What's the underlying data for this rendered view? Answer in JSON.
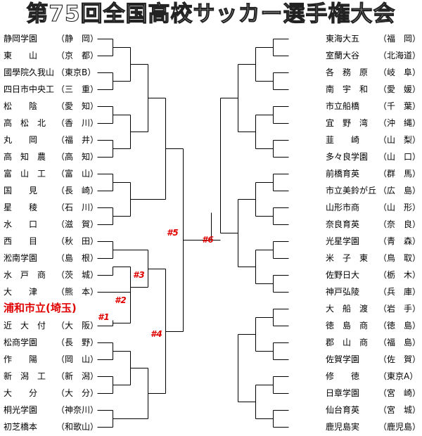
{
  "title": "第75回全国高校サッカー選手権大会",
  "teams_left": [
    {
      "name": "静岡学園",
      "pref": "（静　岡）"
    },
    {
      "name": "東　　山",
      "pref": "（京　都）"
    },
    {
      "name": "國學院久我山",
      "pref": "（東京B）"
    },
    {
      "name": "四日市中央工",
      "pref": "（三　重）"
    },
    {
      "name": "松　　陰",
      "pref": "（愛　知）"
    },
    {
      "name": "高　松　北",
      "pref": "（香　川）"
    },
    {
      "name": "丸　　岡",
      "pref": "（福　井）"
    },
    {
      "name": "高　知　農",
      "pref": "（高　知）"
    },
    {
      "name": "富　山　工",
      "pref": "（富　山）"
    },
    {
      "name": "国　　見",
      "pref": "（長　崎）"
    },
    {
      "name": "星　　稜",
      "pref": "（石　川）"
    },
    {
      "name": "水　　口",
      "pref": "（滋　賀）"
    },
    {
      "name": "西　　目",
      "pref": "（秋　田）"
    },
    {
      "name": "淞南学園",
      "pref": "（島　根）"
    },
    {
      "name": "水　戸　商",
      "pref": "（茨　城）"
    },
    {
      "name": "大　　津",
      "pref": "（熊　本）"
    },
    {
      "name": "浦和市立(埼玉)",
      "pref": ""
    },
    {
      "name": "近　大　付",
      "pref": "（大　阪）"
    },
    {
      "name": "松商学園",
      "pref": "（長　野）"
    },
    {
      "name": "作　　陽",
      "pref": "（岡　山）"
    },
    {
      "name": "新　潟　工",
      "pref": "（新　潟）"
    },
    {
      "name": "大　　分",
      "pref": "（大　分）"
    },
    {
      "name": "桐光学園",
      "pref": "（神奈川）"
    },
    {
      "name": "初芝橋本",
      "pref": "（和歌山）"
    }
  ],
  "teams_right": [
    {
      "name": "東海大五",
      "pref": "（福　岡）"
    },
    {
      "name": "室蘭大谷",
      "pref": "（北海道）"
    },
    {
      "name": "各　務　原",
      "pref": "（岐　阜）"
    },
    {
      "name": "南　宇　和",
      "pref": "（愛　媛）"
    },
    {
      "name": "市立船橋",
      "pref": "（千　葉）"
    },
    {
      "name": "宜　野　湾",
      "pref": "（沖　縄）"
    },
    {
      "name": "韮　　崎",
      "pref": "（山　梨）"
    },
    {
      "name": "多々良学園",
      "pref": "（山　口）"
    },
    {
      "name": "前橋育英",
      "pref": "（群　馬）"
    },
    {
      "name": "市立美鈴が丘",
      "pref": "（広　島）"
    },
    {
      "name": "山形市商",
      "pref": "（山　形）"
    },
    {
      "name": "奈良育英",
      "pref": "（奈　良）"
    },
    {
      "name": "光星学園",
      "pref": "（青　森）"
    },
    {
      "name": "米　子　東",
      "pref": "（鳥　取）"
    },
    {
      "name": "佐野日大",
      "pref": "（栃　木）"
    },
    {
      "name": "神戸弘陵",
      "pref": "（兵　庫）"
    },
    {
      "name": "大　船　渡",
      "pref": "（岩　手）"
    },
    {
      "name": "徳　島　商",
      "pref": "（徳　島）"
    },
    {
      "name": "郡　山　商",
      "pref": "（福　島）"
    },
    {
      "name": "佐賀学園",
      "pref": "（佐　賀）"
    },
    {
      "name": "修　　徳",
      "pref": "（東京A）"
    },
    {
      "name": "日章学園",
      "pref": "（宮　崎）"
    },
    {
      "name": "仙台育英",
      "pref": "（宮　城）"
    },
    {
      "name": "鹿児島実",
      "pref": "（鹿児島）"
    }
  ],
  "highlight_index": 16,
  "marks": [
    {
      "label": "#1"
    },
    {
      "label": "#2"
    },
    {
      "label": "#3"
    },
    {
      "label": "#4"
    },
    {
      "label": "#5"
    },
    {
      "label": "#6"
    }
  ],
  "colors": {
    "line": "#000000",
    "highlight": "#e00000"
  }
}
